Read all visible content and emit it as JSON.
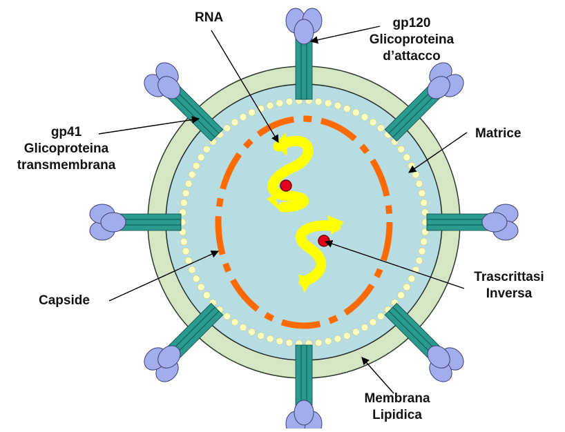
{
  "labels": {
    "rna": "RNA",
    "gp120": {
      "line1": "gp120",
      "line2": "Glicoproteina",
      "line3": "d’attacco"
    },
    "gp41": {
      "line1": "gp41",
      "line2": "Glicoproteina",
      "line3": "transmembrana"
    },
    "matrice": "Matrice",
    "capside": "Capside",
    "trascrittasi": {
      "line1": "Trascrittasi",
      "line2": "Inversa"
    },
    "membrana": {
      "line1": "Membrana",
      "line2": "Lipidica"
    }
  },
  "colors": {
    "lipid_membrane": "#d4e6c3",
    "matrix_fill": "#b7dde3",
    "matrix_beads": "#ffffc0",
    "capsid": "#ff6a00",
    "rna": "#ffff00",
    "enzyme": "#e0001b",
    "stalk": "#2a9a8f",
    "glycoprotein": "#a3acec"
  }
}
